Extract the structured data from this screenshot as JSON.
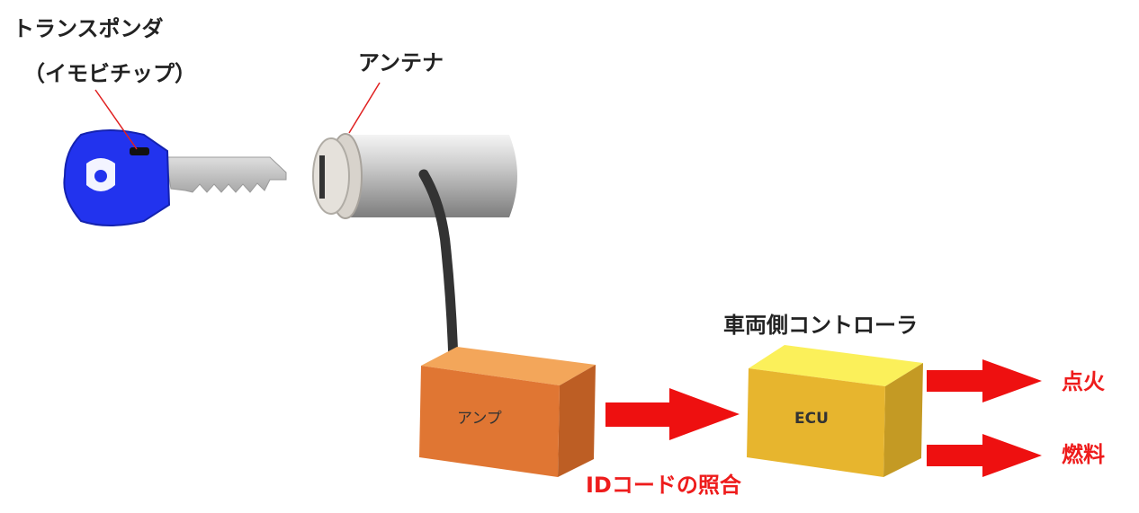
{
  "labels": {
    "transponder": "トランスポンダ",
    "immobi_chip": "（イモビチップ）",
    "antenna": "アンテナ",
    "amp": "アンプ",
    "vehicle_controller": "車両側コントローラ",
    "ecu": "ECU",
    "id_code_match": "IDコードの照合",
    "ignition": "点火",
    "fuel": "燃料"
  },
  "colors": {
    "key_head": "#2233ee",
    "key_blade": "#c8c8c8",
    "amp_box": "#e07633",
    "ecu_box": "#e7b52e",
    "arrow": "#ee1010",
    "label_red": "#ee1c1c",
    "cable": "#333333"
  }
}
